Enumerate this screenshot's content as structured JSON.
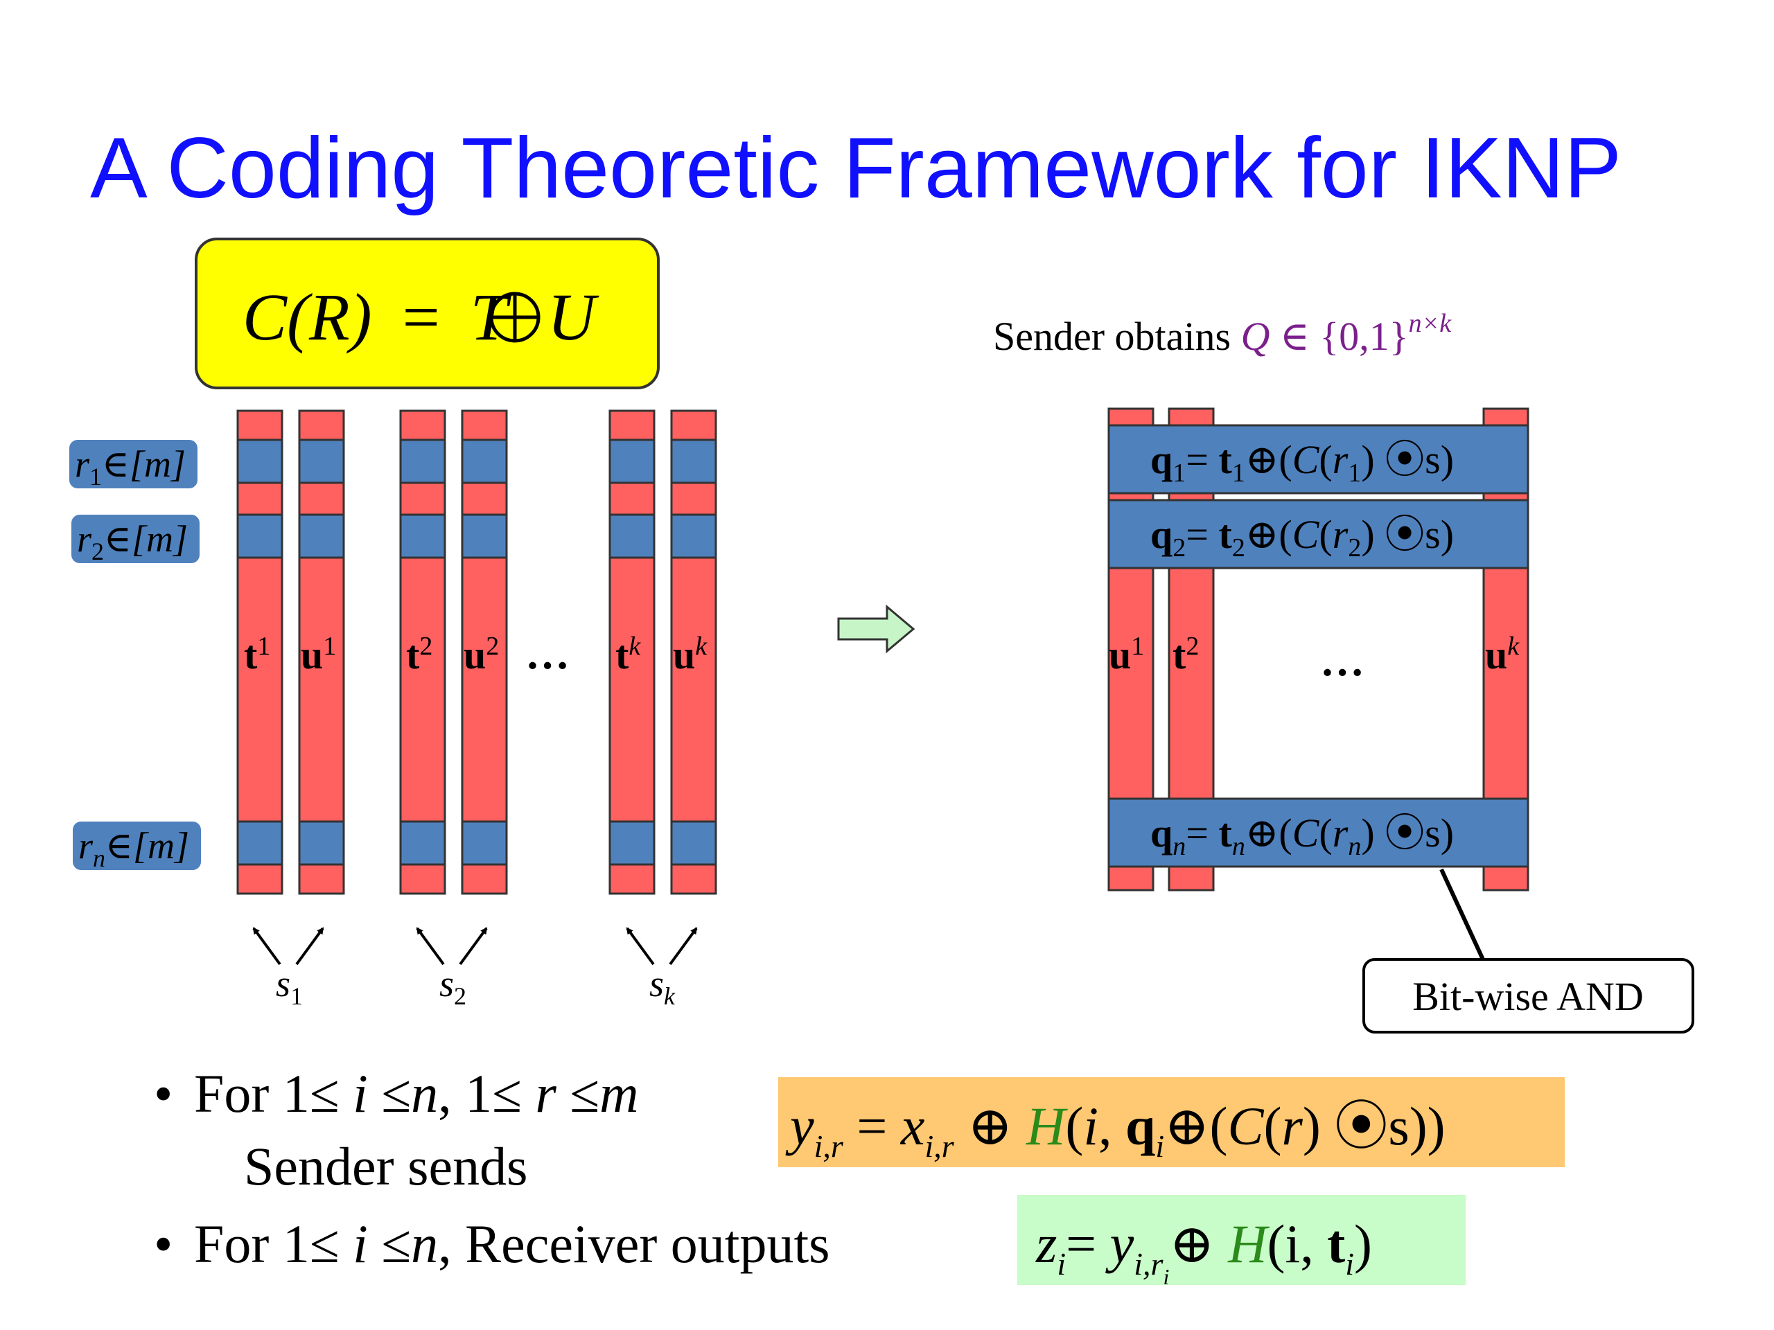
{
  "title": "A Coding Theoretic Framework for IKNP",
  "colors": {
    "title": "#1010ff",
    "column_fill": "#ff6060",
    "row_fill": "#4f81bd",
    "yellow_box": "#ffff00",
    "arrow_fill": "#c8f5c8",
    "purple": "#7b1f8c",
    "h_green": "#2a8a1a",
    "orange_box": "#ffc872",
    "green_box": "#c8fcc8"
  },
  "main_equation": {
    "lhs": "C(R)",
    "eq": "=",
    "t": "T",
    "u": "U"
  },
  "row_labels": [
    {
      "var": "r",
      "sub": "1",
      "rest": "∈[m]"
    },
    {
      "var": "r",
      "sub": "2",
      "rest": "∈[m]"
    },
    {
      "var": "r",
      "sub": "n",
      "rest": "∈[m]"
    }
  ],
  "left_columns": [
    {
      "letter": "t",
      "sup": "1"
    },
    {
      "letter": "u",
      "sup": "1"
    },
    {
      "letter": "t",
      "sup": "2"
    },
    {
      "letter": "u",
      "sup": "2"
    },
    {
      "letter": "t",
      "sup": "k"
    },
    {
      "letter": "u",
      "sup": "k"
    }
  ],
  "ellipsis": "…",
  "selectors": [
    {
      "var": "s",
      "sub": "1"
    },
    {
      "var": "s",
      "sub": "2"
    },
    {
      "var": "s",
      "sub": "k"
    }
  ],
  "sender_obtains": {
    "text": "Sender obtains ",
    "q": "Q",
    "elem": " ∈ ",
    "set": "{0,1}",
    "sup": "n×k"
  },
  "right_columns": [
    {
      "letter": "u",
      "sup": "1"
    },
    {
      "letter": "t",
      "sup": "2"
    },
    {
      "letter": "u",
      "sup": "k"
    }
  ],
  "q_rows": [
    {
      "q_sub": "1",
      "t_sub": "1",
      "r_sub": "1"
    },
    {
      "q_sub": "2",
      "t_sub": "2",
      "r_sub": "2"
    },
    {
      "q_sub": "n",
      "t_sub": "n",
      "r_sub": "n"
    }
  ],
  "q_row_parts": {
    "q": "q",
    "eq": "= ",
    "t": "t",
    "xor": "⊕(",
    "c": "C",
    "open": "(",
    "r": "r",
    "close": ")",
    "odot": " ⦿",
    "s": "s)"
  },
  "bitwise_label": "Bit-wise AND",
  "bullets": [
    {
      "marker": "•",
      "line1": {
        "t1": "For 1≤ ",
        "i": "i",
        "t2": " ≤",
        "n": "n",
        "t3": ", 1≤ ",
        "r": "r",
        "t4": " ≤",
        "m": "m"
      },
      "line2": "Sender sends"
    },
    {
      "marker": "•",
      "line1": {
        "t1": "For 1≤ ",
        "i": "i",
        "t2": " ≤",
        "n": "n",
        "t3": ",  Receiver outputs"
      }
    }
  ],
  "formula_y": {
    "y": "y",
    "y_sub": "i,r",
    "eq": " = ",
    "x": "x",
    "x_sub": "i,r",
    "xor": " ⊕ ",
    "h": "H",
    "args": "(",
    "i": "i",
    "comma": ", ",
    "q": "q",
    "q_sub": "i",
    "rest1": "⊕(",
    "c": "C",
    "open": "(",
    "r": "r",
    "rest2": ") ⦿s))"
  },
  "formula_z": {
    "z": "z",
    "z_sub": "i",
    "eq": "= ",
    "y": "y",
    "y_sub": "i,r",
    "y_subsub": "i",
    "xor": "⊕  ",
    "h": "H",
    "args": "(i, ",
    "t": "t",
    "t_sub": "i",
    "close": ")"
  }
}
